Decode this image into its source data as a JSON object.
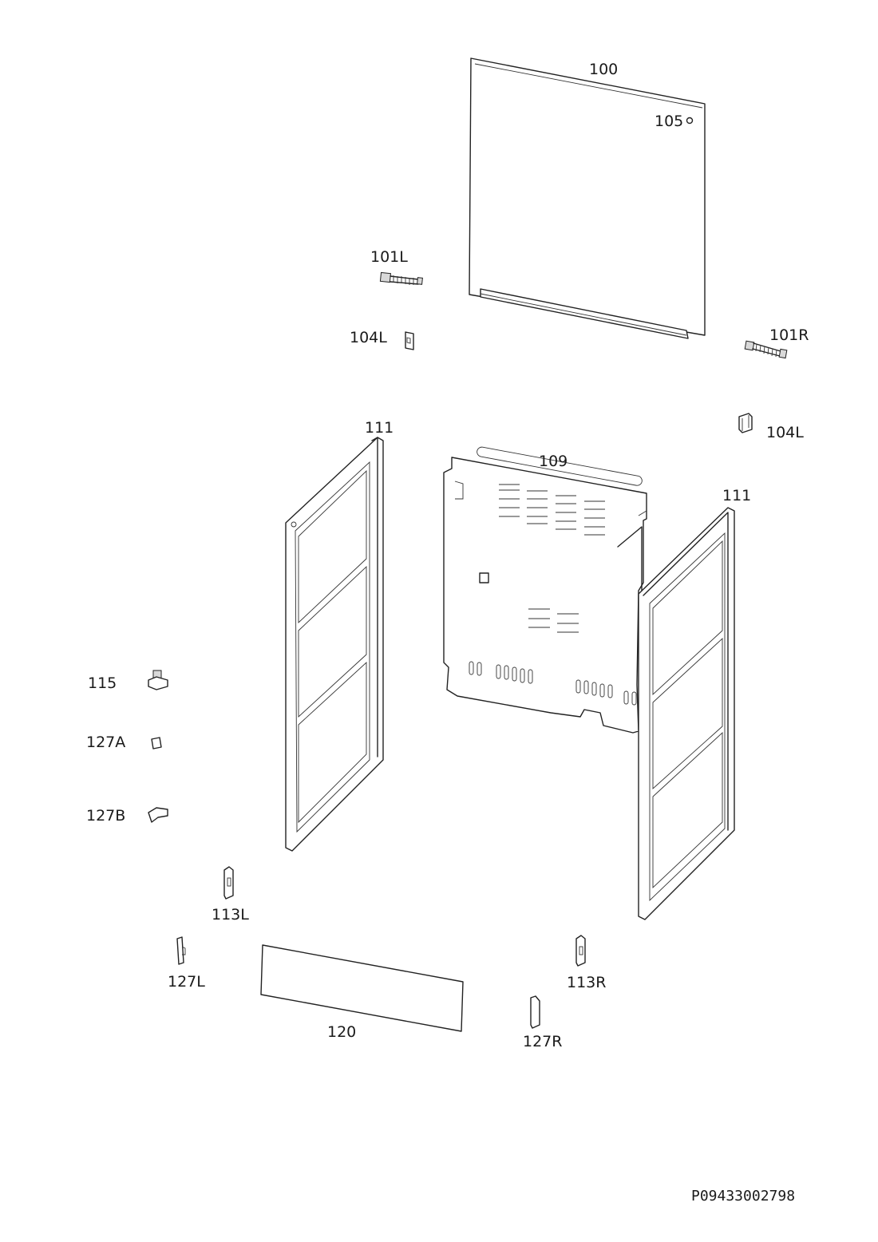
{
  "drawing_number": "P09433002798",
  "callouts": {
    "glass_panel": "100",
    "hole": "105",
    "hinge_left": "101L",
    "hinge_right": "101R",
    "clip_left": "104L",
    "clip_right": "104L",
    "side_panel_left": "111",
    "side_panel_right": "111",
    "back_panel": "109",
    "foot": "115",
    "part_127a": "127A",
    "part_127b": "127B",
    "bracket_113l": "113L",
    "bracket_113r": "113R",
    "part_127l": "127L",
    "part_127r": "127R",
    "plinth": "120"
  }
}
